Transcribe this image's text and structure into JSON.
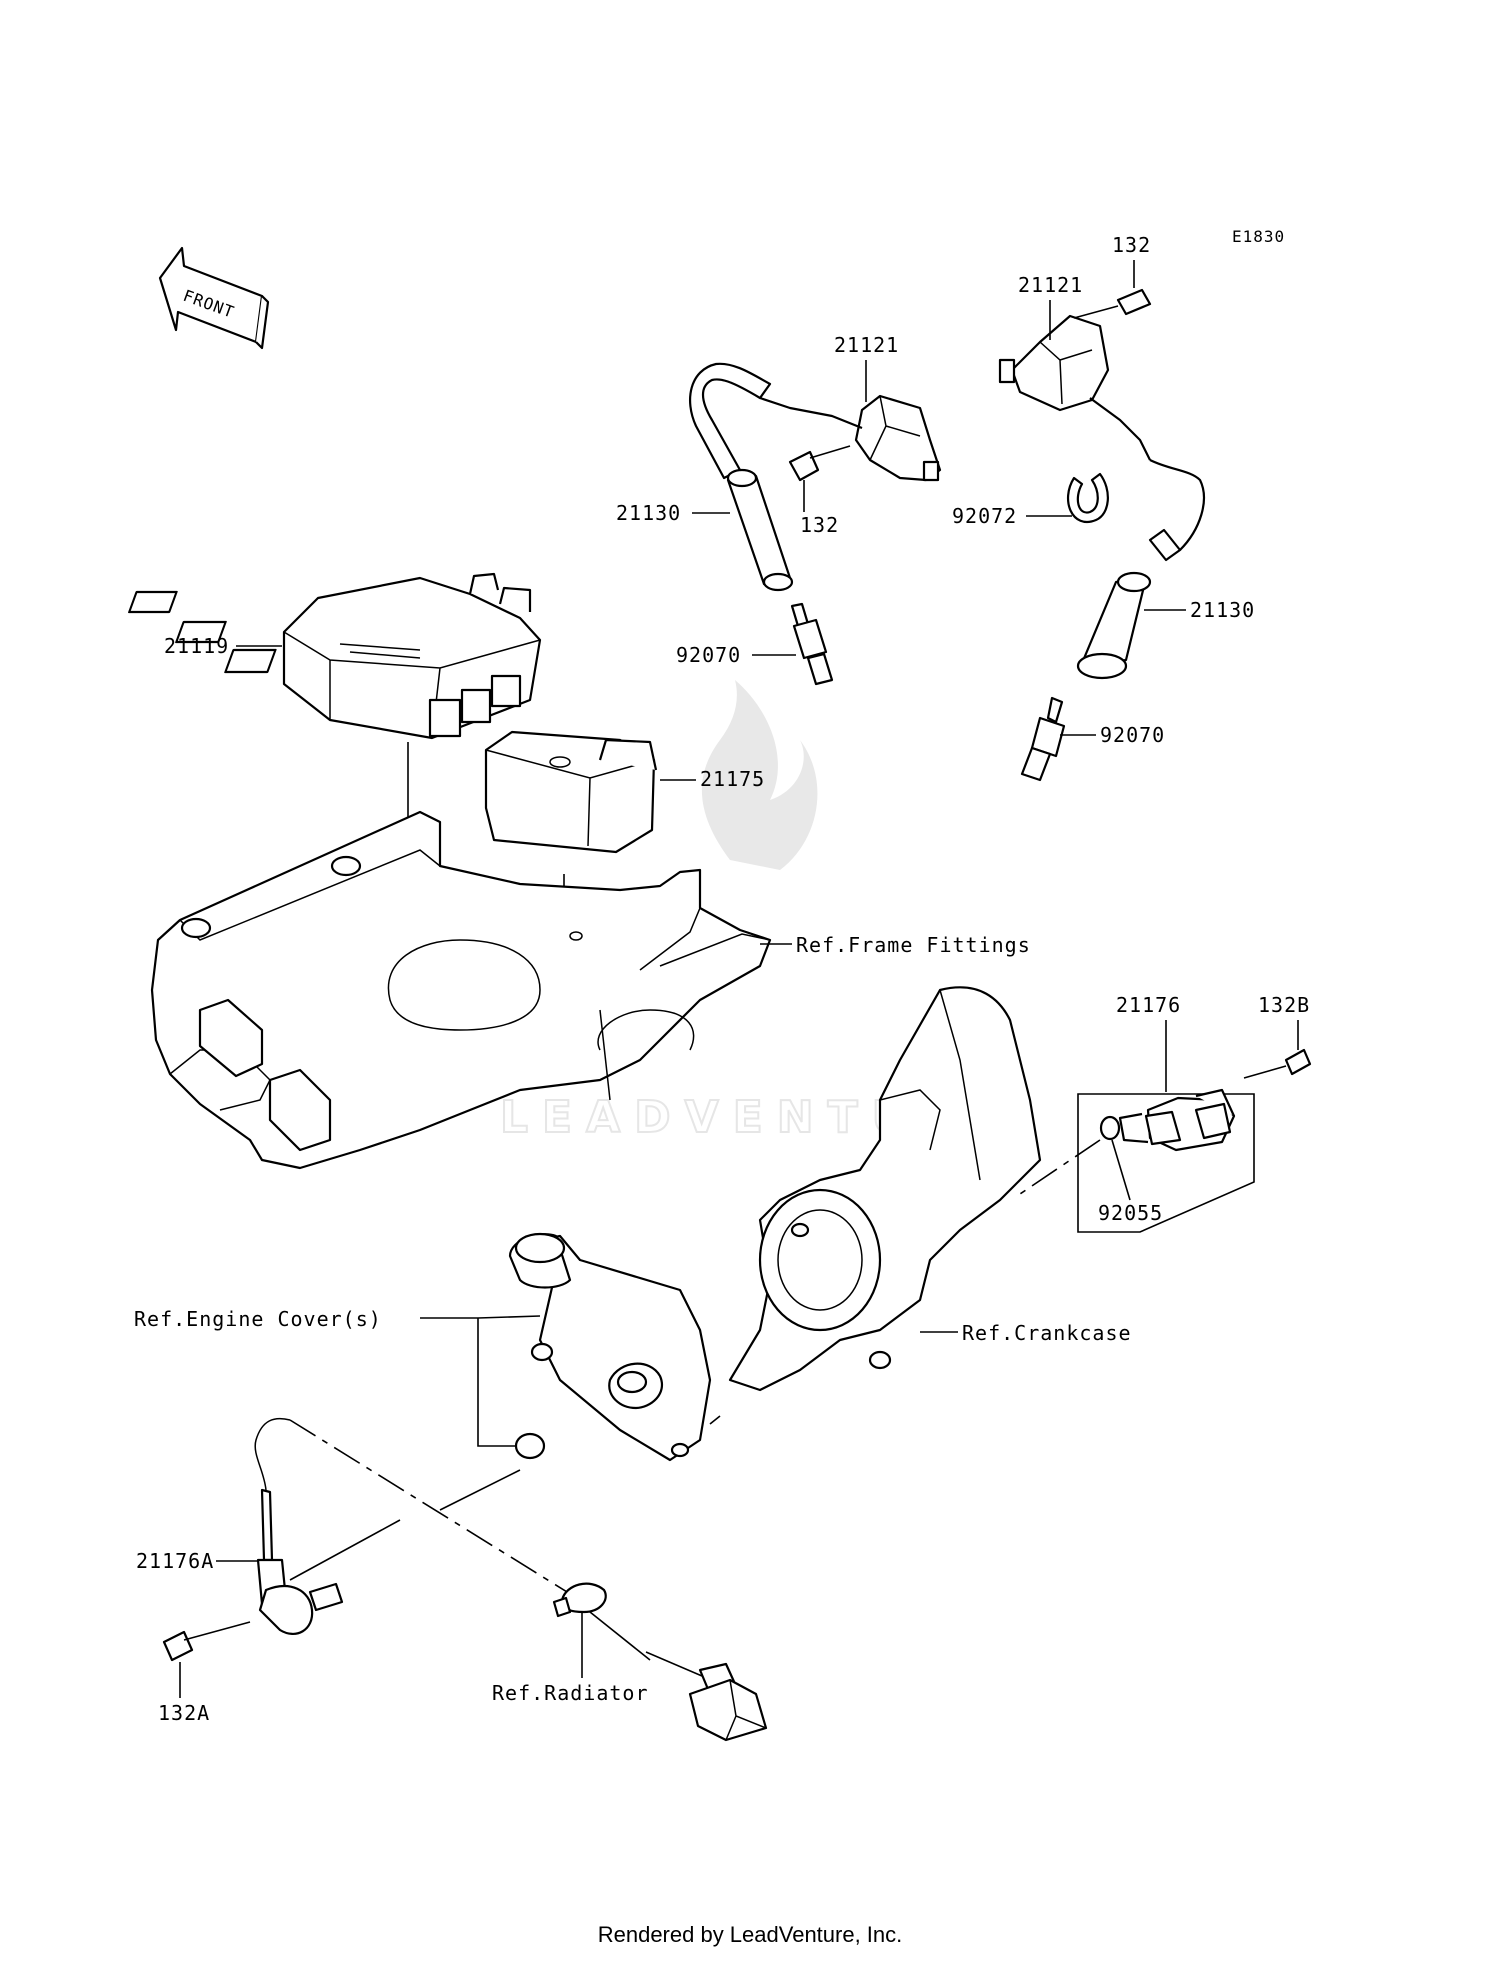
{
  "diagram_code": "E1830",
  "front_arrow": "FRONT",
  "labels": {
    "p132_top": "132",
    "p21121_right": "21121",
    "p21121_left": "21121",
    "p21130_left": "21130",
    "p132_mid": "132",
    "p92072": "92072",
    "p21119": "21119",
    "p92070_left": "92070",
    "p21130_right": "21130",
    "p92070_right": "92070",
    "p21175": "21175",
    "ref_frame": "Ref.Frame Fittings",
    "p21176": "21176",
    "p132B": "132B",
    "p92055": "92055",
    "ref_engine_cover": "Ref.Engine Cover(s)",
    "ref_crankcase": "Ref.Crankcase",
    "p21176A": "21176A",
    "p132A": "132A",
    "ref_radiator": "Ref.Radiator"
  },
  "watermark": "LEADVENTURE",
  "footer": "Rendered by LeadVenture, Inc."
}
